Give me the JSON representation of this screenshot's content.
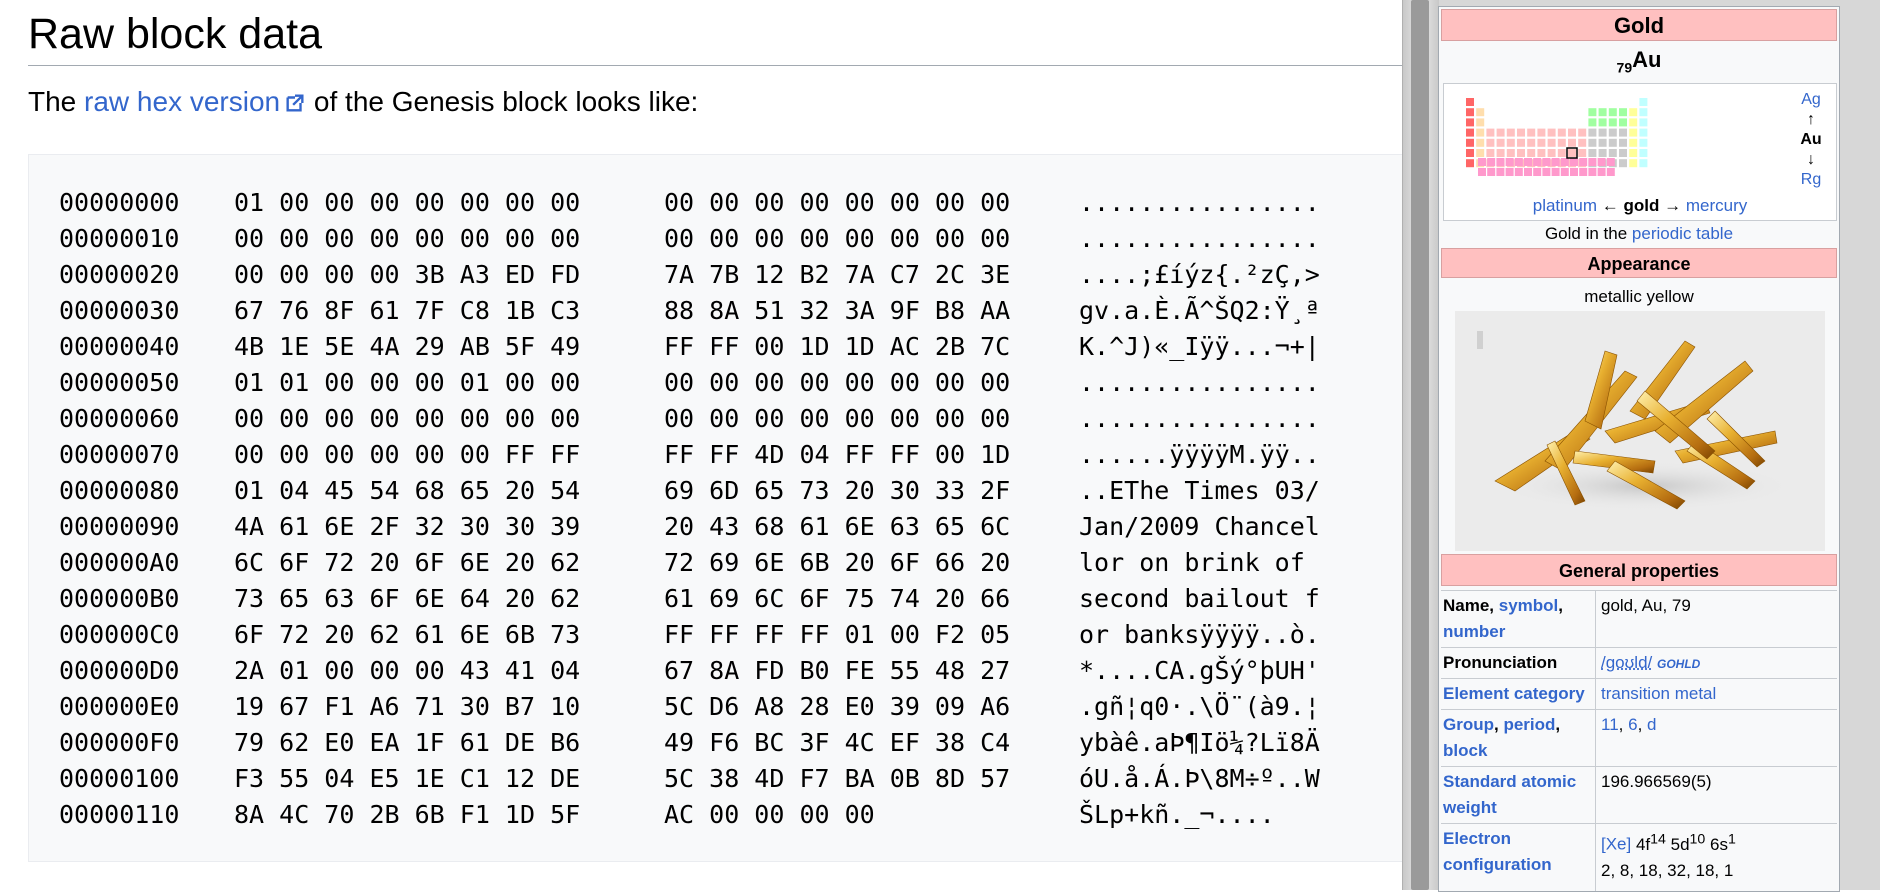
{
  "article": {
    "heading": "Raw block data",
    "intro_prefix": "The ",
    "intro_link": "raw hex version",
    "intro_suffix": " of the Genesis block looks like:",
    "hex_rows": [
      {
        "offset": "00000000",
        "hex1": "01 00 00 00 00 00 00 00",
        "hex2": "00 00 00 00 00 00 00 00",
        "ascii": "................"
      },
      {
        "offset": "00000010",
        "hex1": "00 00 00 00 00 00 00 00",
        "hex2": "00 00 00 00 00 00 00 00",
        "ascii": "................"
      },
      {
        "offset": "00000020",
        "hex1": "00 00 00 00 3B A3 ED FD",
        "hex2": "7A 7B 12 B2 7A C7 2C 3E",
        "ascii": "....;£íýz{.²zÇ,>"
      },
      {
        "offset": "00000030",
        "hex1": "67 76 8F 61 7F C8 1B C3",
        "hex2": "88 8A 51 32 3A 9F B8 AA",
        "ascii": "gv.a.È.Ã^ŠQ2:Ÿ¸ª"
      },
      {
        "offset": "00000040",
        "hex1": "4B 1E 5E 4A 29 AB 5F 49",
        "hex2": "FF FF 00 1D 1D AC 2B 7C",
        "ascii": "K.^J)«_Iÿÿ...¬+|"
      },
      {
        "offset": "00000050",
        "hex1": "01 01 00 00 00 01 00 00",
        "hex2": "00 00 00 00 00 00 00 00",
        "ascii": "................"
      },
      {
        "offset": "00000060",
        "hex1": "00 00 00 00 00 00 00 00",
        "hex2": "00 00 00 00 00 00 00 00",
        "ascii": "................"
      },
      {
        "offset": "00000070",
        "hex1": "00 00 00 00 00 00 FF FF",
        "hex2": "FF FF 4D 04 FF FF 00 1D",
        "ascii": "......ÿÿÿÿM.ÿÿ.."
      },
      {
        "offset": "00000080",
        "hex1": "01 04 45 54 68 65 20 54",
        "hex2": "69 6D 65 73 20 30 33 2F",
        "ascii": "..EThe Times 03/"
      },
      {
        "offset": "00000090",
        "hex1": "4A 61 6E 2F 32 30 30 39",
        "hex2": "20 43 68 61 6E 63 65 6C",
        "ascii": "Jan/2009 Chancel"
      },
      {
        "offset": "000000A0",
        "hex1": "6C 6F 72 20 6F 6E 20 62",
        "hex2": "72 69 6E 6B 20 6F 66 20",
        "ascii": "lor on brink of "
      },
      {
        "offset": "000000B0",
        "hex1": "73 65 63 6F 6E 64 20 62",
        "hex2": "61 69 6C 6F 75 74 20 66",
        "ascii": "second bailout f"
      },
      {
        "offset": "000000C0",
        "hex1": "6F 72 20 62 61 6E 6B 73",
        "hex2": "FF FF FF FF 01 00 F2 05",
        "ascii": "or banksÿÿÿÿ..ò."
      },
      {
        "offset": "000000D0",
        "hex1": "2A 01 00 00 00 43 41 04",
        "hex2": "67 8A FD B0 FE 55 48 27",
        "ascii": "*....CA.gŠý°þUH'"
      },
      {
        "offset": "000000E0",
        "hex1": "19 67 F1 A6 71 30 B7 10",
        "hex2": "5C D6 A8 28 E0 39 09 A6",
        "ascii": ".gñ¦q0·.\\Ö¨(à9.¦"
      },
      {
        "offset": "000000F0",
        "hex1": "79 62 E0 EA 1F 61 DE B6",
        "hex2": "49 F6 BC 3F 4C EF 38 C4",
        "ascii": "ybàê.aÞ¶Iö¼?Lï8Ä"
      },
      {
        "offset": "00000100",
        "hex1": "F3 55 04 E5 1E C1 12 DE",
        "hex2": "5C 38 4D F7 BA 0B 8D 57",
        "ascii": "óU.å.Á.Þ\\8M÷º..W"
      },
      {
        "offset": "00000110",
        "hex1": "8A 4C 70 2B 6B F1 1D 5F",
        "hex2": "AC 00 00 00 00",
        "ascii": "ŠLp+kñ._¬...."
      }
    ]
  },
  "infobox": {
    "title": "Gold",
    "atomic_number": "79",
    "symbol": "Au",
    "nav_up": "Ag",
    "nav_center": "Au",
    "nav_down": "Rg",
    "nav_left": "platinum",
    "nav_current": "gold",
    "nav_right": "mercury",
    "caption_prefix": "Gold in the ",
    "caption_link": "periodic table",
    "appearance_heading": "Appearance",
    "appearance": "metallic yellow",
    "general_heading": "General properties",
    "properties": [
      {
        "key_parts": [
          "Name, ",
          "symbol",
          ", ",
          "number"
        ],
        "value": "gold, Au, 79"
      },
      {
        "key": "Pronunciation",
        "value_link": "/ɡoʊld/",
        "value_extra": "GOHLD"
      },
      {
        "key": "Element category",
        "value_link": "transition metal"
      },
      {
        "key_parts": [
          "Group",
          ", ",
          "period",
          ", ",
          "block"
        ],
        "value_parts": [
          "11",
          ", ",
          "6",
          ", ",
          "d"
        ]
      },
      {
        "key": "Standard atomic weight",
        "value": "196.966569(5)"
      },
      {
        "key": "Electron configuration",
        "value_link": "[Xe]",
        "value_config": " 4f14 5d10 6s1",
        "value_line2": "2, 8, 18, 32, 18, 1"
      }
    ]
  },
  "colors": {
    "link": "#3366cc",
    "infobox_band": "#ffc0c0",
    "code_bg": "#f8f9fa"
  }
}
